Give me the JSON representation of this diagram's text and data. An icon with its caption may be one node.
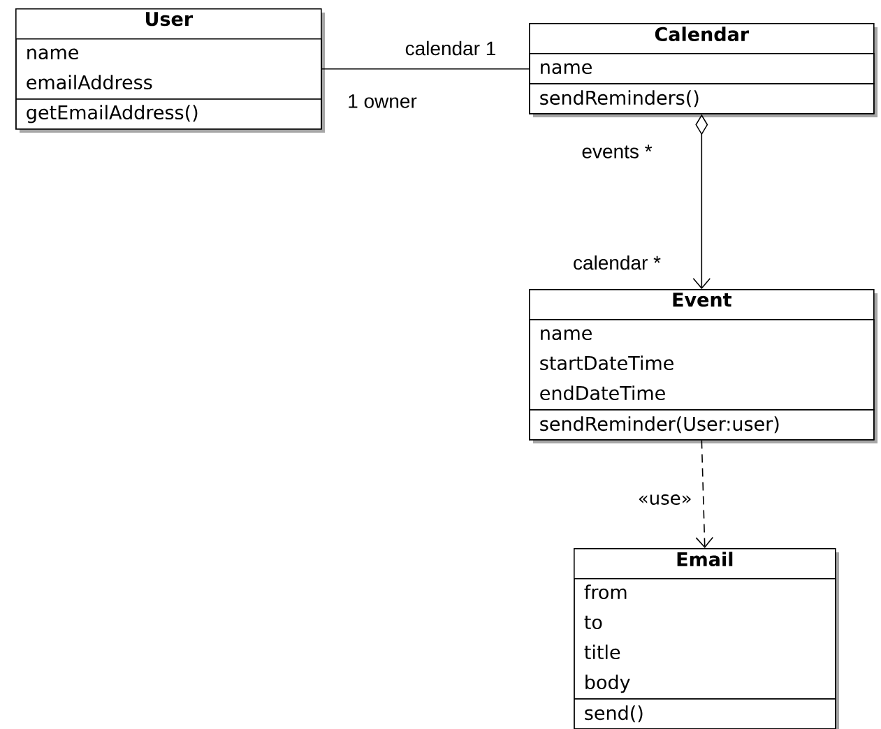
{
  "diagram": {
    "nodes": [
      {
        "text": [
          "User"
        ]
      },
      {
        "text": [
          "name",
          "emailAddress"
        ],
        "in": 0
      },
      {
        "text": [
          "getEmailAddress()"
        ],
        "in": 0
      },
      {
        "text": [
          "Calendar"
        ]
      },
      {
        "text": [
          "name"
        ],
        "in": 3
      },
      {
        "text": [
          "sendReminders()"
        ],
        "in": 3
      },
      {
        "text": [
          "Event"
        ]
      },
      {
        "text": [
          "name",
          "startDateTime",
          "endDateTime"
        ],
        "in": 6
      },
      {
        "text": [
          "sendReminder(User:user)"
        ],
        "in": 6
      },
      {
        "text": [
          "Email"
        ]
      },
      {
        "text": [
          "from",
          "to",
          "title",
          "body"
        ],
        "in": 9
      },
      {
        "text": [
          "send()"
        ],
        "in": 9
      }
    ],
    "edges": [
      {
        "from": 0,
        "to": 3,
        "arrow": "none"
      },
      {
        "from": 3,
        "to": 6,
        "arrow": "to"
      },
      {
        "from": 6,
        "to": 9,
        "arrow": "to",
        "style": "dashed",
        "label": "«use»"
      }
    ],
    "labels": [
      "calendar 1",
      "1 owner",
      "events *",
      "calendar *"
    ]
  }
}
